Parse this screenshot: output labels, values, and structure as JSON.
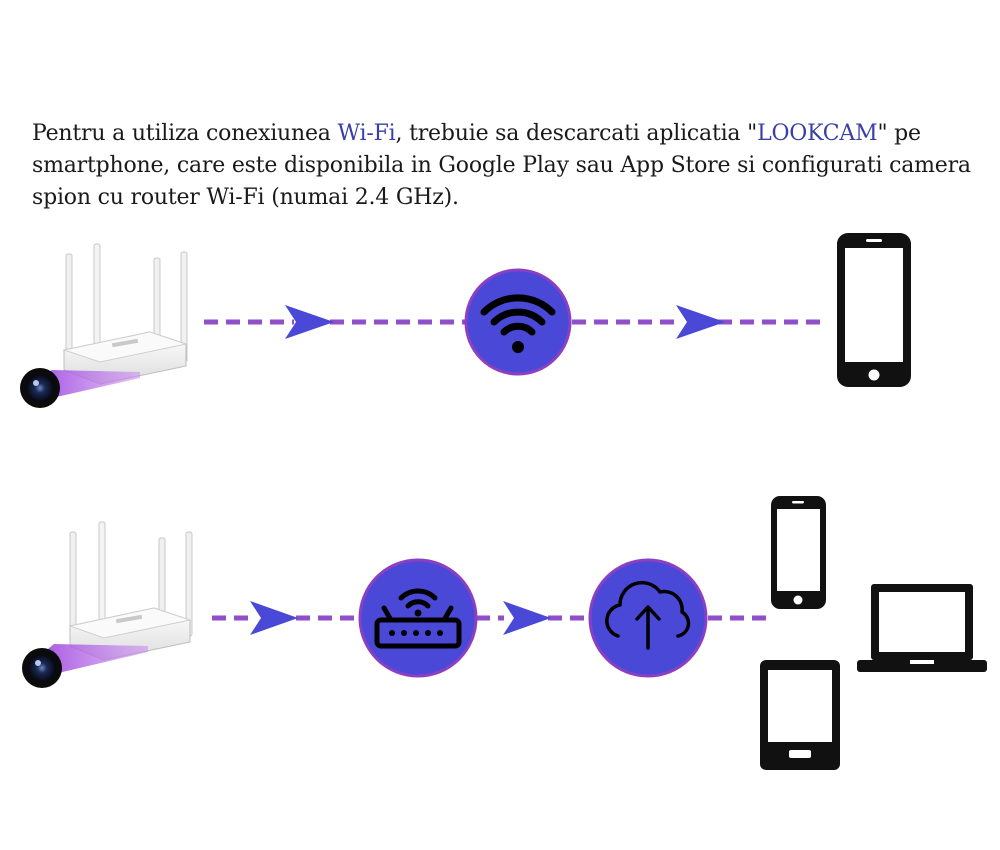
{
  "intro": {
    "part1": "Pentru a utiliza conexiunea ",
    "wifi_label": "Wi-Fi",
    "part2": ", trebuie sa descarcati aplicatia \"",
    "app_name": "LOOKCAM",
    "part3": "\" pe smartphone, care este disponibila in Google Play sau App Store si configurati camera spion cu router Wi-Fi (numai 2.4 GHz)."
  },
  "icons": {
    "row1": [
      "router-camera-icon",
      "wifi-icon",
      "smartphone-icon"
    ],
    "row2": [
      "router-camera-icon",
      "router-icon",
      "cloud-upload-icon",
      "smartphone-icon",
      "laptop-icon",
      "tablet-icon"
    ]
  },
  "colors": {
    "circle": "#4a48d6",
    "circle_border": "#8a3fc4",
    "dash": "#8e4fc9",
    "arrow": "#4a48d6",
    "highlight": "#3a3fa8",
    "device": "#111111"
  }
}
